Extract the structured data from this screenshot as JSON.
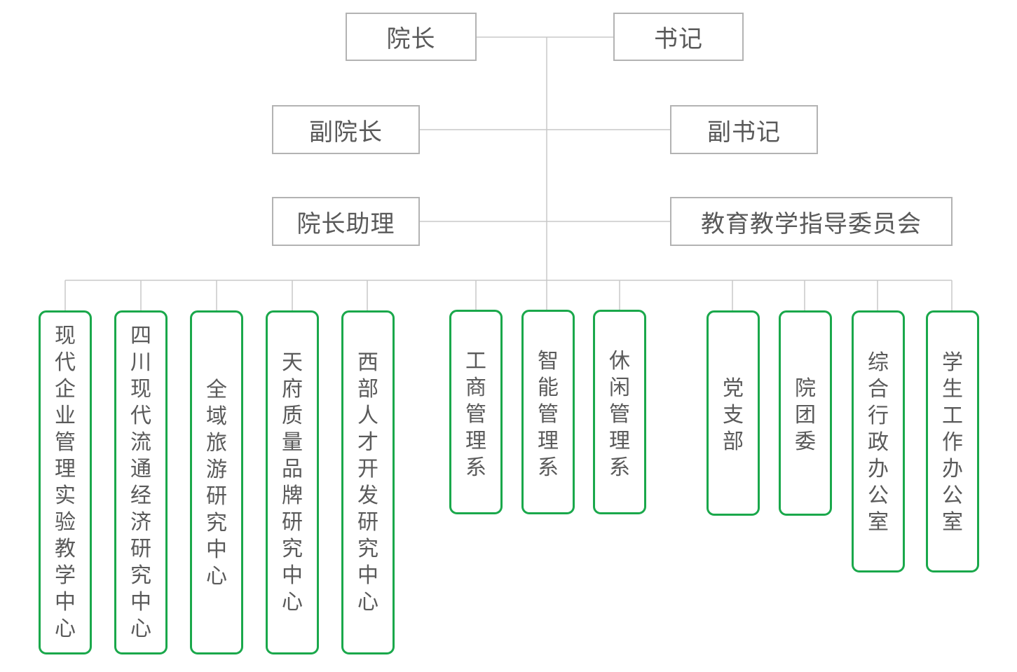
{
  "leadership": {
    "dean": "院长",
    "secretary": "书记",
    "vice_dean": "副院长",
    "vice_secretary": "副书记",
    "dean_assistant": "院长助理",
    "teaching_committee": "教育教学指导委员会"
  },
  "units": [
    {
      "label": "现代企业管理实验教学中心"
    },
    {
      "label": "四川现代流通经济研究中心"
    },
    {
      "label": "全域旅游研究中心"
    },
    {
      "label": "天府质量品牌研究中心"
    },
    {
      "label": "西部人才开发研究中心"
    },
    {
      "label": "工商管理系"
    },
    {
      "label": "智能管理系"
    },
    {
      "label": "休闲管理系"
    },
    {
      "label": "党支部"
    },
    {
      "label": "院团委"
    },
    {
      "label": "综合行政办公室"
    },
    {
      "label": "学生工作办公室"
    }
  ],
  "colors": {
    "connector": "#c8c8c8",
    "top_box_border": "#b3b3b3",
    "unit_border": "#1aa84b"
  }
}
